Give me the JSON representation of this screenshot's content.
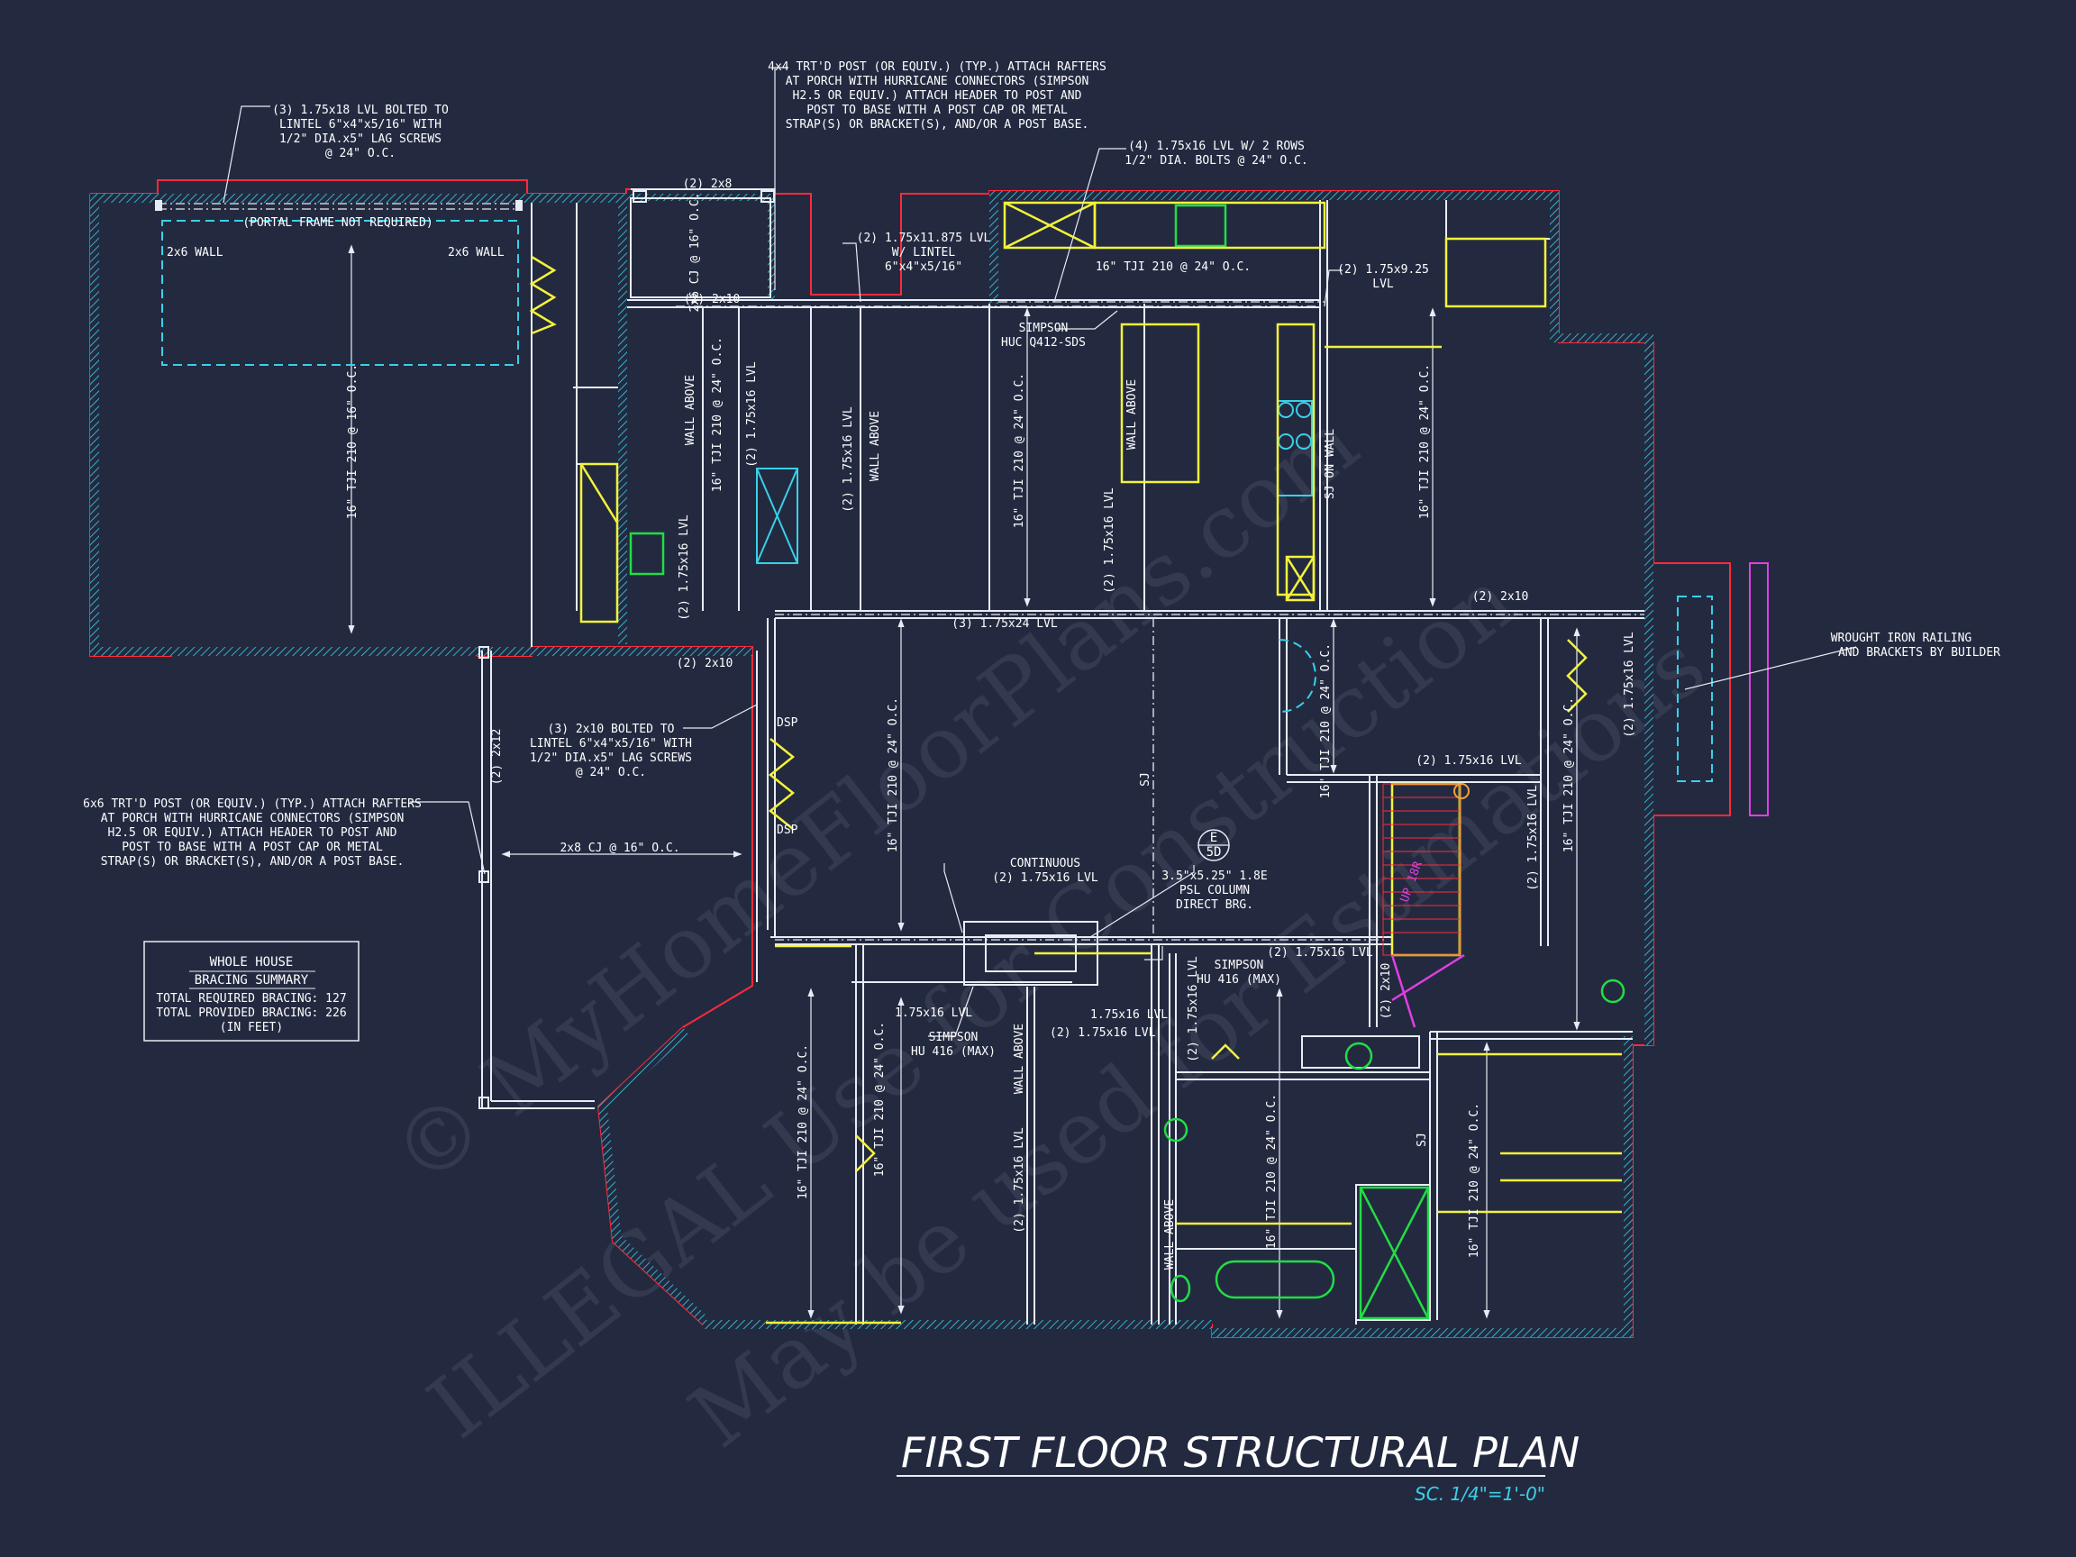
{
  "title": "FIRST FLOOR STRUCTURAL PLAN",
  "scale": "SC. 1/4\"=1'-0\"",
  "watermark": {
    "line1": "© MyHomeFloorPlans.com",
    "line2": "ILLEGAL Use for Construction",
    "line3": "May be used for Estimations"
  },
  "bracing_summary": {
    "heading1": "WHOLE HOUSE",
    "heading2": "BRACING SUMMARY",
    "required": "TOTAL REQUIRED BRACING: 127",
    "provided": "TOTAL PROVIDED BRACING: 226",
    "units": "(IN FEET)"
  },
  "callouts": {
    "garage_lintel": [
      "(3) 1.75x18 LVL BOLTED TO",
      "LINTEL 6\"x4\"x5/16\" WITH",
      "1/2\" DIA.x5\" LAG SCREWS",
      "@ 24\" O.C."
    ],
    "porch_post_top": [
      "4x4 TRT'D POST (OR EQUIV.) (TYP.) ATTACH RAFTERS",
      "AT PORCH WITH HURRICANE CONNECTORS (SIMPSON",
      "H2.5 OR EQUIV.) ATTACH HEADER TO POST AND",
      "POST TO BASE WITH A POST CAP OR METAL",
      "STRAP(S) OR BRACKET(S), AND/OR A POST BASE."
    ],
    "kitchen_lvl": [
      "(4) 1.75x16 LVL W/ 2 ROWS",
      "1/2\" DIA. BOLTS @ 24\" O.C."
    ],
    "porch_lvl": [
      "(2) 1.75x11.875 LVL",
      "W/ LINTEL",
      "6\"x4\"x5/16\""
    ],
    "side_lvl": [
      "(2) 1.75x9.25",
      "LVL"
    ],
    "simpson_huc": [
      "SIMPSON",
      "HUC Q412-SDS"
    ],
    "patio_lintel": [
      "(3) 2x10 BOLTED TO",
      "LINTEL 6\"x4\"x5/16\" WITH",
      "1/2\" DIA.x5\" LAG SCREWS",
      "@ 24\" O.C."
    ],
    "porch_post_left": [
      "6x6 TRT'D POST (OR EQUIV.) (TYP.) ATTACH RAFTERS",
      "AT PORCH WITH HURRICANE CONNECTORS (SIMPSON",
      "H2.5 OR EQUIV.) ATTACH HEADER TO POST AND",
      "POST TO BASE WITH A POST CAP OR METAL",
      "STRAP(S) OR BRACKET(S), AND/OR A POST BASE."
    ],
    "railing": [
      "WROUGHT IRON RAILING",
      "AND BRACKETS BY BUILDER"
    ],
    "continuous": [
      "CONTINUOUS",
      "(2) 1.75x16 LVL"
    ],
    "psl_column": [
      "3.5\"x5.25\" 1.8E",
      "PSL COLUMN",
      "DIRECT BRG."
    ],
    "simpson_hu_right": [
      "SIMPSON",
      "HU 416 (MAX)"
    ],
    "simpson_hu_left": [
      "SIMPSON",
      "HU 416 (MAX)"
    ]
  },
  "section_marker": {
    "top": "E",
    "bottom": "5D"
  },
  "labels": {
    "portal_frame": "(PORTAL FRAME NOT REQUIRED)",
    "wall_2x6": "2x6 WALL",
    "tji_16_16": "16\" TJI 210 @ 16\" O.C.",
    "tji_16_24": "16\" TJI 210 @ 24\" O.C.",
    "cj_2x6": "2x6 CJ @ 16\" O.C.",
    "cj_2x8": "2x8 CJ @ 16\" O.C.",
    "b_2x8": "(2) 2x8",
    "b_2x10": "(2) 2x10",
    "b_2x12": "(2) 2x12",
    "b_lvl16": "(2) 1.75x16 LVL",
    "b_lvl16_single": "1.75x16 LVL",
    "b_lvl24": "(3) 1.75x24 LVL",
    "wall_above": "WALL ABOVE",
    "sj": "SJ",
    "sj_on_wall": "SJ ON WALL",
    "dsp": "DSP",
    "up": "UP 18R"
  }
}
